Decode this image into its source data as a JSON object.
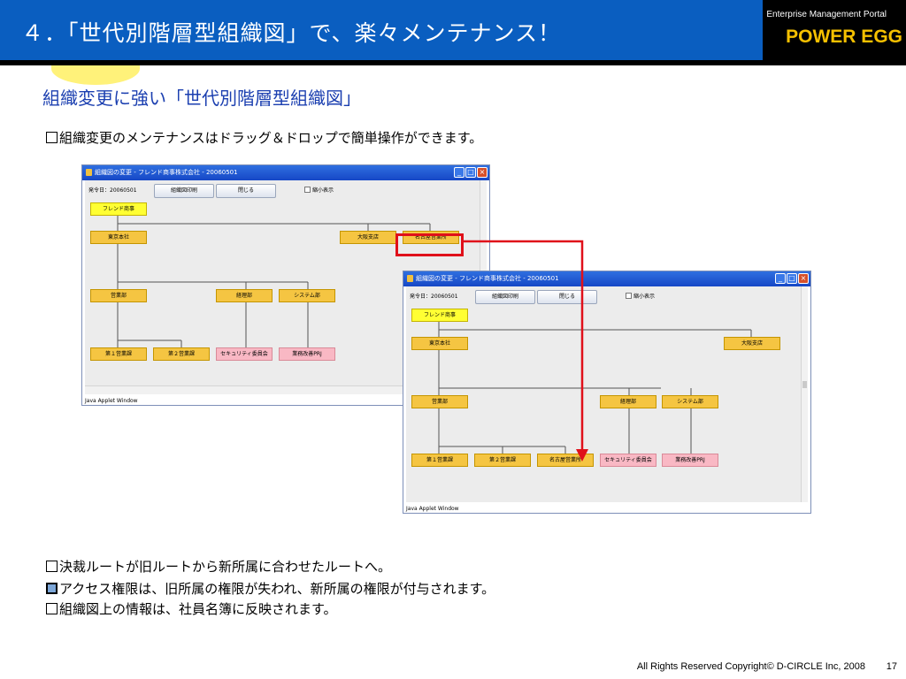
{
  "header": {
    "title": "４．「世代別階層型組織図」で、楽々メンテナンス！",
    "brand_sub": "Enterprise Management Portal",
    "brand_name": "POWER EGG"
  },
  "subtitle": "組織変更に強い「世代別階層型組織図」",
  "intro_bullet": "組織変更のメンテナンスはドラッグ＆ドロップで簡単操作ができます。",
  "bullets": [
    "決裁ルートが旧ルートから新所属に合わせたルートへ。",
    "アクセス権限は、旧所属の権限が失われ、新所属の権限が付与されます。",
    "組織図上の情報は、社員名簿に反映されます。"
  ],
  "footer": {
    "copyright": "All Rights Reserved Copyright© D-CIRCLE  Inc, 2008",
    "page_number": "17"
  },
  "colors": {
    "header_blue": "#0a5ec0",
    "brand_yellow": "#f5c000",
    "subtitle_blue": "#1b3fb0",
    "node_yellow": "#f5c542",
    "node_pink": "#f9b8c4",
    "highlight_red": "#e0101a"
  },
  "window_before": {
    "title": "組織図の変更 - フレンド商事株式会社 - 20060501",
    "date_label": "発令日：20060501",
    "print_button": "組織図印刷",
    "close_button": "閉じる",
    "compact_checkbox": "縮小表示",
    "status": "Java Applet Window",
    "nodes": {
      "root": "フレンド商事",
      "tokyo": "東京本社",
      "osaka": "大阪支店",
      "nagoya": "名古屋営業所",
      "eigyo": "営業部",
      "keiri": "経理部",
      "system": "システム部",
      "eigyo1": "第１営業課",
      "eigyo2": "第２営業課",
      "security": "セキュリティ委員会",
      "gyomu": "業務改善PRJ"
    }
  },
  "window_after": {
    "title": "組織図の変更 - フレンド商事株式会社 - 20060501",
    "date_label": "発令日：20060501",
    "print_button": "組織図印刷",
    "close_button": "閉じる",
    "compact_checkbox": "縮小表示",
    "status": "Java Applet Window",
    "nodes": {
      "root": "フレンド商事",
      "tokyo": "東京本社",
      "osaka": "大阪支店",
      "eigyo": "営業部",
      "keiri": "経理部",
      "system": "システム部",
      "eigyo1": "第１営業課",
      "eigyo2": "第２営業課",
      "nagoya": "名古屋営業所",
      "security": "セキュリティ委員会",
      "gyomu": "業務改善PRJ"
    }
  }
}
